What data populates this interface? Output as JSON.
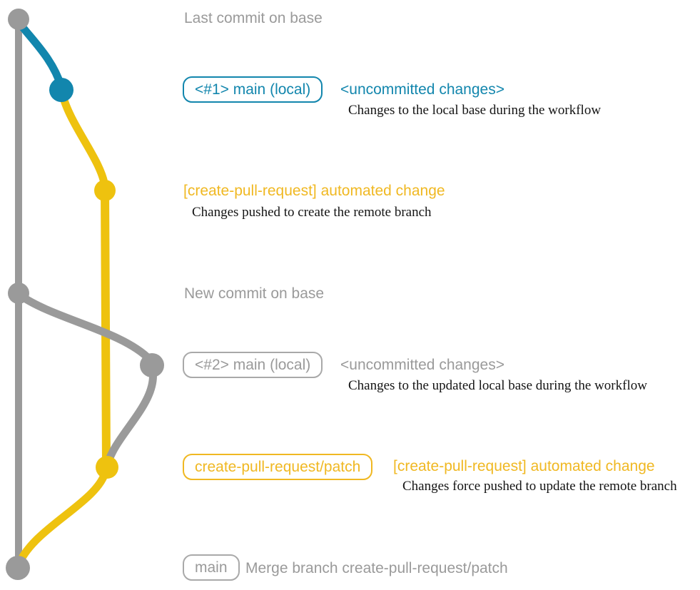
{
  "colors": {
    "gray": "#9a9a9a",
    "blue": "#1286ad",
    "yellow_line": "#eec20f",
    "yellow_text": "#f0b822",
    "text_black": "#141414",
    "background": "#ffffff"
  },
  "graph": {
    "nodes": [
      {
        "name": "last-commit-on-base",
        "color": "gray"
      },
      {
        "name": "local-base-changes-commit-1",
        "color": "blue"
      },
      {
        "name": "automated-change-commit-1",
        "color": "yellow"
      },
      {
        "name": "new-commit-on-base",
        "color": "gray"
      },
      {
        "name": "local-base-changes-commit-2",
        "color": "gray"
      },
      {
        "name": "automated-change-commit-2",
        "color": "yellow"
      },
      {
        "name": "merge-commit",
        "color": "gray"
      }
    ]
  },
  "annotations": {
    "last_commit": "Last commit on base",
    "row1": {
      "badge": "<#1> main (local)",
      "title": "<uncommitted changes>",
      "desc": "Changes to the local base during the workflow"
    },
    "row2": {
      "title": "[create-pull-request] automated change",
      "desc": "Changes pushed to create the remote branch"
    },
    "new_commit": "New commit on base",
    "row3": {
      "badge": "<#2> main (local)",
      "title": "<uncommitted changes>",
      "desc": "Changes to the updated local base during the workflow"
    },
    "row4": {
      "badge": "create-pull-request/patch",
      "title": "[create-pull-request] automated change",
      "desc": "Changes force pushed to update the remote branch"
    },
    "row5": {
      "badge": "main",
      "title": "Merge branch create-pull-request/patch"
    }
  }
}
